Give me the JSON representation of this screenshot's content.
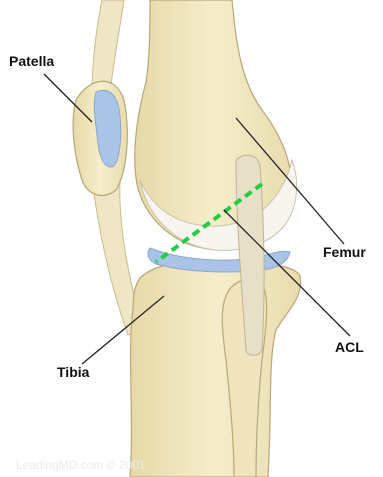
{
  "labels": {
    "patella": "Patella",
    "femur": "Femur",
    "acl": "ACL",
    "tibia": "Tibia"
  },
  "watermark": "LeadingMD.com © 2001",
  "colors": {
    "bone": "#f3e9c3",
    "bone_shadow": "#dccf9f",
    "cartilage": "#a9c4e6",
    "ligament": "#e7dfc8",
    "acl_marker": "#22cc44",
    "leader_line": "#222222"
  }
}
